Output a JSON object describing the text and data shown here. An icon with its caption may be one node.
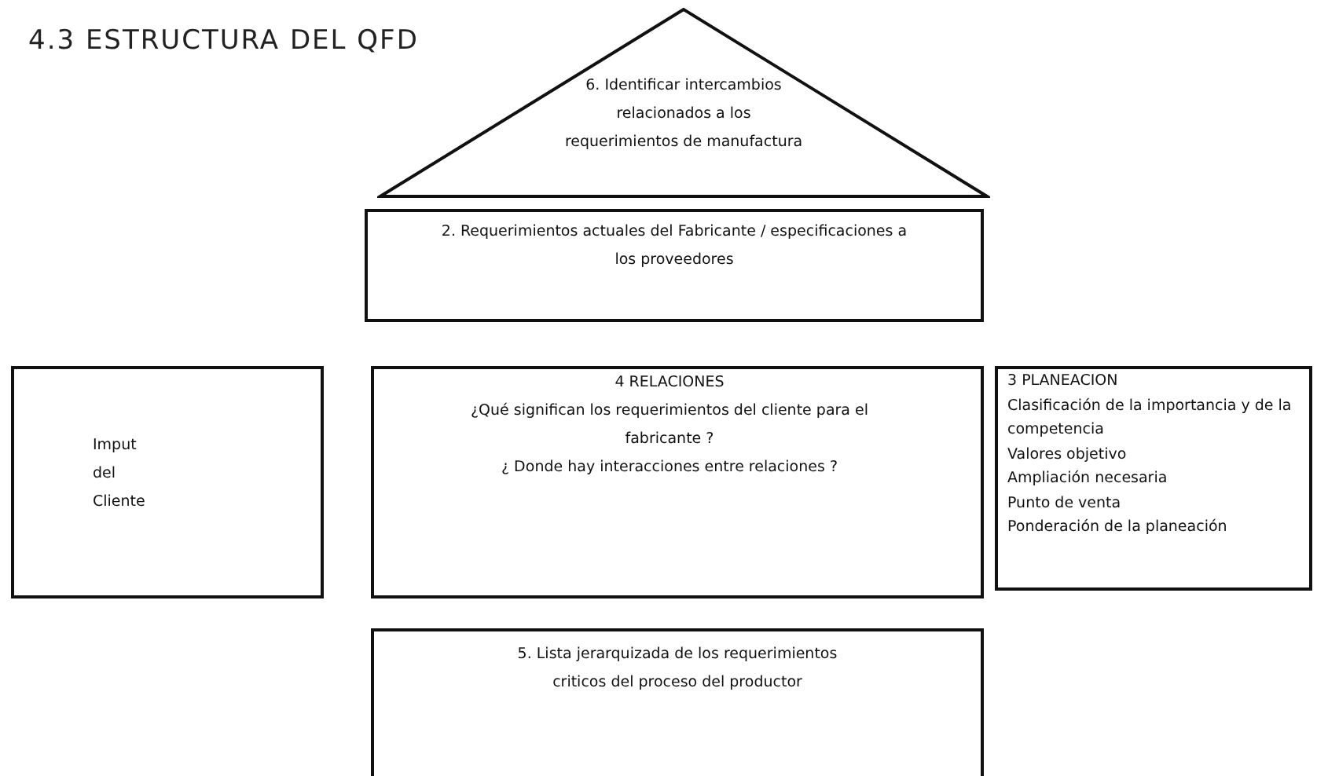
{
  "diagram": {
    "title": "4.3 ESTRUCTURA DEL QFD",
    "nodes": [
      {
        "text": [
          "6. Identificar intercambios relacionados a los requerimientos de manufactura"
        ]
      },
      {
        "text": [
          "2. Requerimientos actuales del Fabricante / especificaciones a los proveedores"
        ]
      },
      {
        "text": [
          "Imput del Cliente"
        ]
      },
      {
        "text": [
          "4 RELACIONES",
          "¿Qué significan los requerimientos del cliente para el fabricante ?",
          "¿ Donde hay interacciones entre relaciones ?"
        ]
      },
      {
        "text": [
          "3 PLANEACION",
          "Clasificación de la importancia y de la competencia",
          "Valores objetivo",
          "Ampliación necesaria",
          "Punto de venta",
          "Ponderación de la planeación"
        ]
      },
      {
        "text": [
          "5. Lista jerarquizada de los requerimientos criticos del proceso del productor"
        ]
      }
    ],
    "edges": []
  }
}
